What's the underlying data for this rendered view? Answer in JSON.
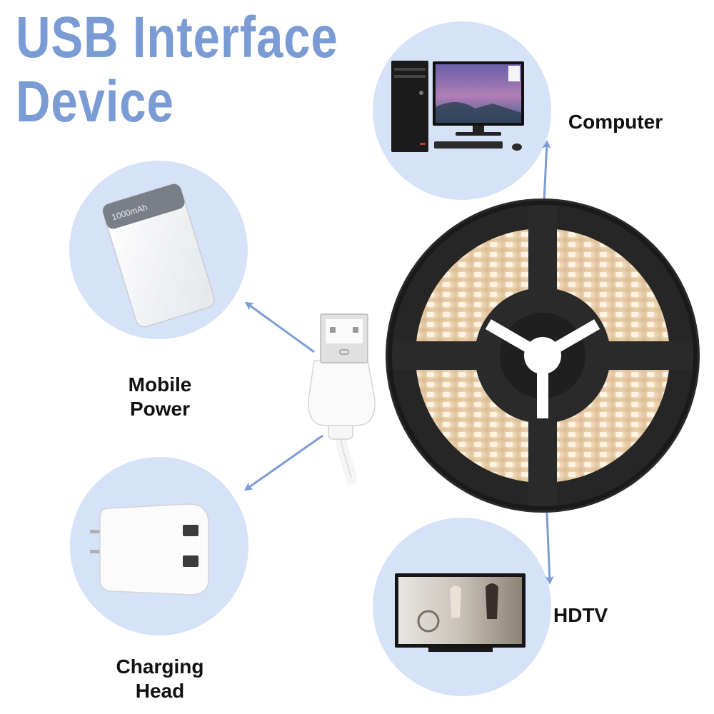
{
  "title": {
    "line1": "USB Interface",
    "line2": "Device"
  },
  "devices": {
    "computer": {
      "label": "Computer"
    },
    "mobile_power": {
      "label_line1": "Mobile",
      "label_line2": "Power",
      "capacity_text": "1000mAh"
    },
    "charging_head": {
      "label_line1": "Charging",
      "label_line2": "Head"
    },
    "hdtv": {
      "label": "HDTV"
    }
  },
  "colors": {
    "title": "#7a9bd4",
    "circle": "#d6e2f7",
    "arrow": "#7c9dd2",
    "reel": "#2a2a2a",
    "led": "#f2d9b3"
  },
  "icons": [
    "desktop-computer-icon",
    "power-bank-icon",
    "wall-charger-icon",
    "tv-icon",
    "usb-plug-icon",
    "led-strip-reel-icon"
  ]
}
